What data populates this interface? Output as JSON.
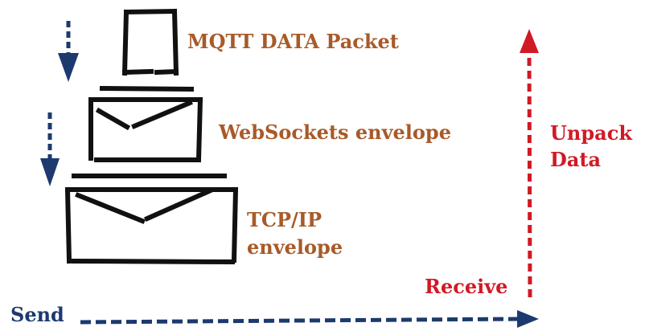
{
  "labels": {
    "mqtt_packet": "MQTT DATA Packet",
    "websockets_envelope": "WebSockets envelope",
    "tcpip_line1": "TCP/IP",
    "tcpip_line2": "envelope",
    "unpack_line1": "Unpack",
    "unpack_line2": "Data",
    "receive": "Receive",
    "send": "Send"
  },
  "colors": {
    "label_brown": "#a85a28",
    "receive_red": "#d01a26",
    "send_navy": "#1c3a6e",
    "drawing_black": "#111111"
  },
  "icons": {
    "packet": "document-icon",
    "websocket_envelope": "envelope-icon",
    "tcp_envelope": "envelope-icon",
    "send_arrow": "dashed-arrow-right",
    "receive_arrow": "dashed-arrow-up",
    "down_arrows": "dashed-arrow-down"
  }
}
